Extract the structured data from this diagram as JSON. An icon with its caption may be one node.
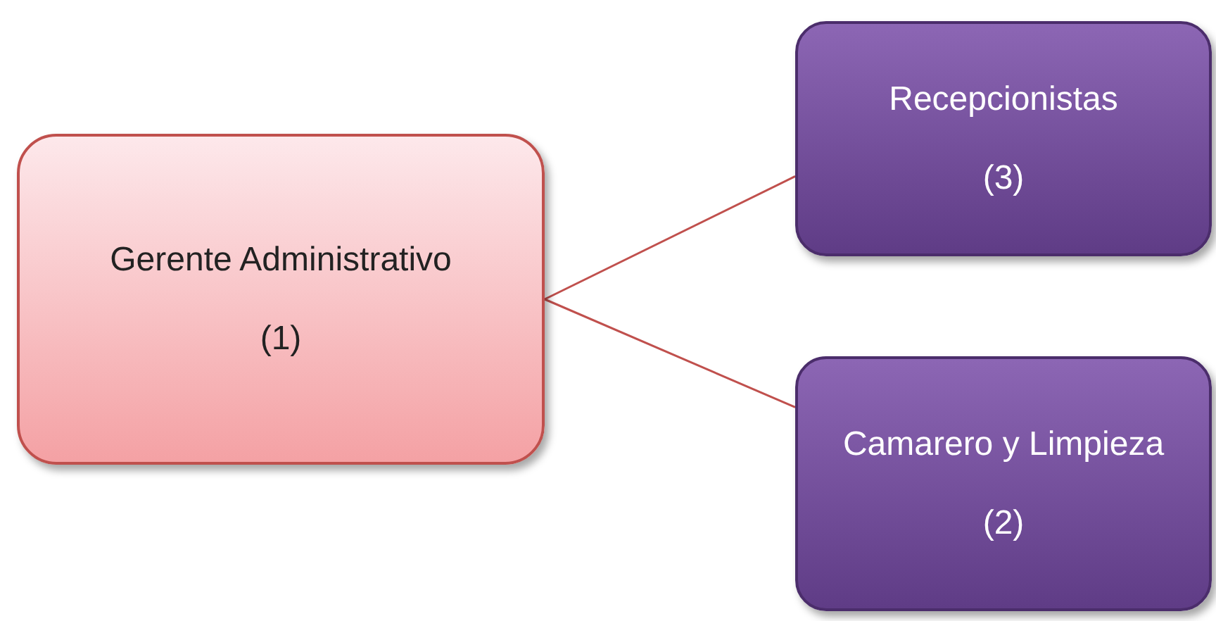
{
  "diagram": {
    "nodes": [
      {
        "text": [
          "Gerente Administrativo",
          "(1)"
        ]
      },
      {
        "text": [
          "Recepcionistas",
          "(3)"
        ]
      },
      {
        "text": [
          "Camarero y Limpieza",
          "(2)"
        ]
      }
    ],
    "edges": [
      {
        "from": 0,
        "to": 1,
        "arrow": "none"
      },
      {
        "from": 0,
        "to": 2,
        "arrow": "none"
      }
    ]
  }
}
